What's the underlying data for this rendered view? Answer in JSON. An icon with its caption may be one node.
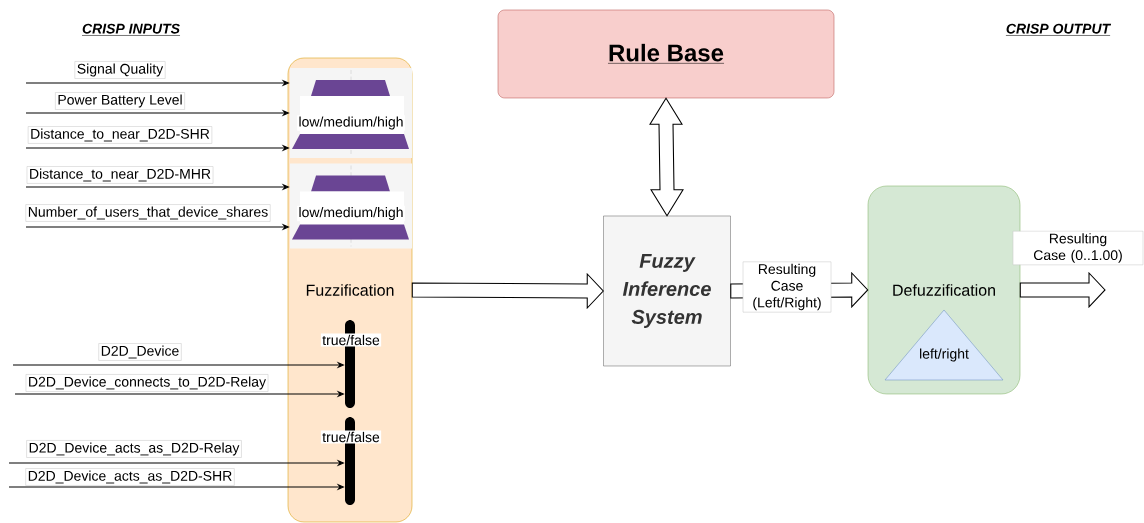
{
  "diagram": {
    "nodes": [
      {
        "text": [
          "Fuzzification"
        ]
      },
      {
        "text": [
          "low/medium/high"
        ],
        "in": 0
      },
      {
        "text": [
          "low/medium/high"
        ],
        "in": 0
      },
      {
        "text": [
          "true/false"
        ],
        "in": 0
      },
      {
        "text": [
          "true/false"
        ],
        "in": 0
      },
      {
        "text": [
          "Rule Base"
        ]
      },
      {
        "text": [
          "Fuzzy Inference System"
        ]
      },
      {
        "text": [
          "Defuzzification"
        ]
      },
      {
        "text": [
          "left/right"
        ],
        "in": 7
      }
    ],
    "edges": [
      {
        "from": null,
        "to": 1,
        "arrow": "to",
        "label": "Signal Quality"
      },
      {
        "from": null,
        "to": 1,
        "arrow": "to",
        "label": "Power Battery Level"
      },
      {
        "from": null,
        "to": 1,
        "arrow": "to",
        "label": "Distance_to_near_D2D-SHR"
      },
      {
        "from": null,
        "to": 2,
        "arrow": "to",
        "label": "Distance_to_near_D2D-MHR"
      },
      {
        "from": null,
        "to": 2,
        "arrow": "to",
        "label": "Number_of_users_that_device_shares"
      },
      {
        "from": null,
        "to": 3,
        "arrow": "to",
        "label": "D2D_Device"
      },
      {
        "from": null,
        "to": 3,
        "arrow": "to",
        "label": "D2D_Device_connects_to_D2D-Relay"
      },
      {
        "from": null,
        "to": 4,
        "arrow": "to",
        "label": "D2D_Device_acts_as_D2D-Relay"
      },
      {
        "from": null,
        "to": 4,
        "arrow": "to",
        "label": "D2D_Device_acts_as_D2D-SHR"
      },
      {
        "from": 0,
        "to": 6,
        "arrow": "to",
        "style": "thick"
      },
      {
        "from": 5,
        "to": 6,
        "arrow": "both",
        "style": "thick"
      },
      {
        "from": 6,
        "to": 7,
        "arrow": "to",
        "style": "thick",
        "label": "Resulting Case (Left/Right)"
      },
      {
        "from": 7,
        "to": null,
        "arrow": "to",
        "style": "thick",
        "label": "Resulting Case (0..1.00)"
      }
    ],
    "labels": [
      "CRISP INPUTS",
      "CRISP OUTPUT"
    ]
  }
}
